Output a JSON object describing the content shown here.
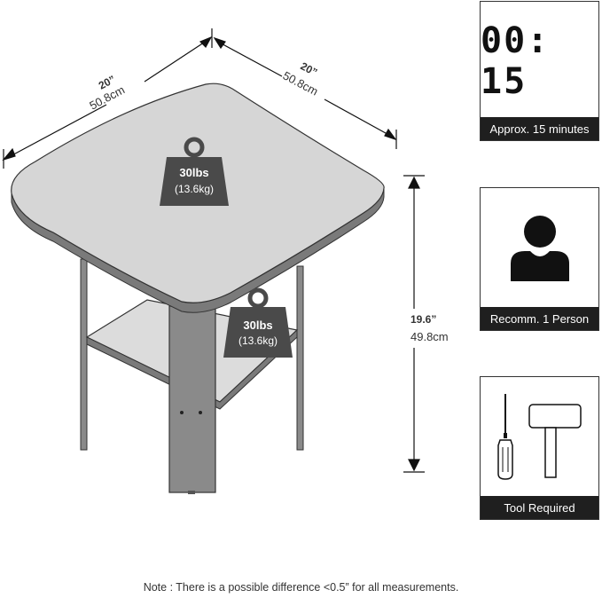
{
  "dimensions": {
    "width_in": "20”",
    "width_cm": "50.8cm",
    "depth_in": "20”",
    "depth_cm": "50.8cm",
    "height_in": "19.6”",
    "height_cm": "49.8cm"
  },
  "weight_limits": {
    "top": {
      "lbs": "30lbs",
      "kg": "(13.6kg)"
    },
    "shelf": {
      "lbs": "30lbs",
      "kg": "(13.6kg)"
    }
  },
  "cards": {
    "time": {
      "display": "00: 15",
      "label": "Approx. 15 minutes",
      "icon": "timer-display"
    },
    "person": {
      "label": "Recomm. 1 Person",
      "icon": "person-icon"
    },
    "tools": {
      "label": "Tool Required",
      "icons": [
        "screwdriver-icon",
        "hammer-icon"
      ]
    }
  },
  "note": "Note : There is a possible difference <0.5” for all measurements.",
  "colors": {
    "tabletop": "#d6d6d6",
    "edge": "#7a7a7a",
    "leg": "#8a8a8a",
    "weight_badge": "#4a4a4a",
    "label_bar": "#1f1f1f"
  }
}
